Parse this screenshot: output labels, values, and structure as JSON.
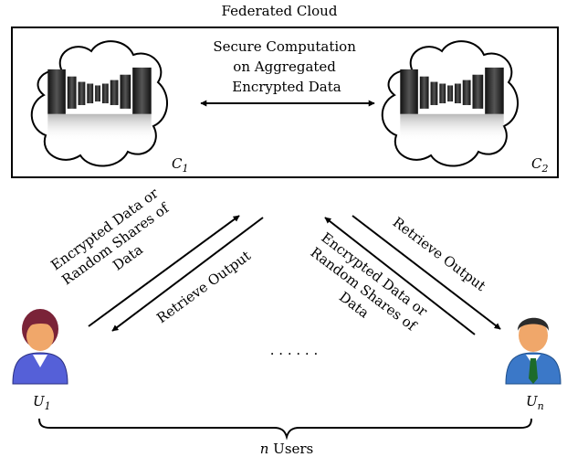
{
  "title": "Federated Cloud",
  "cloud_link_label": [
    "Secure Computation",
    "on Aggregated",
    "Encrypted Data"
  ],
  "clouds": [
    {
      "label": "C",
      "subscript": "1"
    },
    {
      "label": "C",
      "subscript": "2"
    }
  ],
  "flows": {
    "u1_upload": [
      "Encrypted Data or",
      "Random Shares of",
      "Data"
    ],
    "u1_retrieve": "Retrieve Output",
    "un_upload": [
      "Encrypted Data or",
      "Random Shares of",
      "Data"
    ],
    "un_retrieve": "Retrieve Output"
  },
  "users": [
    {
      "label": "U",
      "subscript": "1"
    },
    {
      "label": "U",
      "subscript": "n"
    }
  ],
  "ellipsis": "· · · · · ·",
  "brace_label": {
    "var": "n",
    "text": " Users"
  },
  "colors": {
    "line": "#000000",
    "user1_shirt": "#5560d8",
    "usern_shirt": "#3b78c8",
    "tie": "#1d6b2a",
    "hair_female": "#7a2338",
    "hair_male": "#2b2b2b",
    "skin": "#f0a76a"
  }
}
